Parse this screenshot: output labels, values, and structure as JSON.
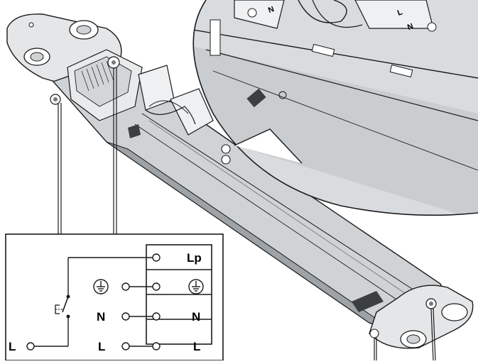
{
  "wiring_box": {
    "right_labels": {
      "lp": "Lp",
      "n": "N",
      "l": "L"
    },
    "left_labels": {
      "n": "N",
      "l": "L"
    },
    "switch_label": "L"
  },
  "earth_symbol": "⏚",
  "inset_labels": [
    "N",
    "L",
    "N"
  ],
  "colors": {
    "line": "#1a1a1a",
    "fixture_fill": "#cfd3d6",
    "fixture_shadow": "#9ea3a7",
    "inset_fill": "#d9dcdf"
  }
}
